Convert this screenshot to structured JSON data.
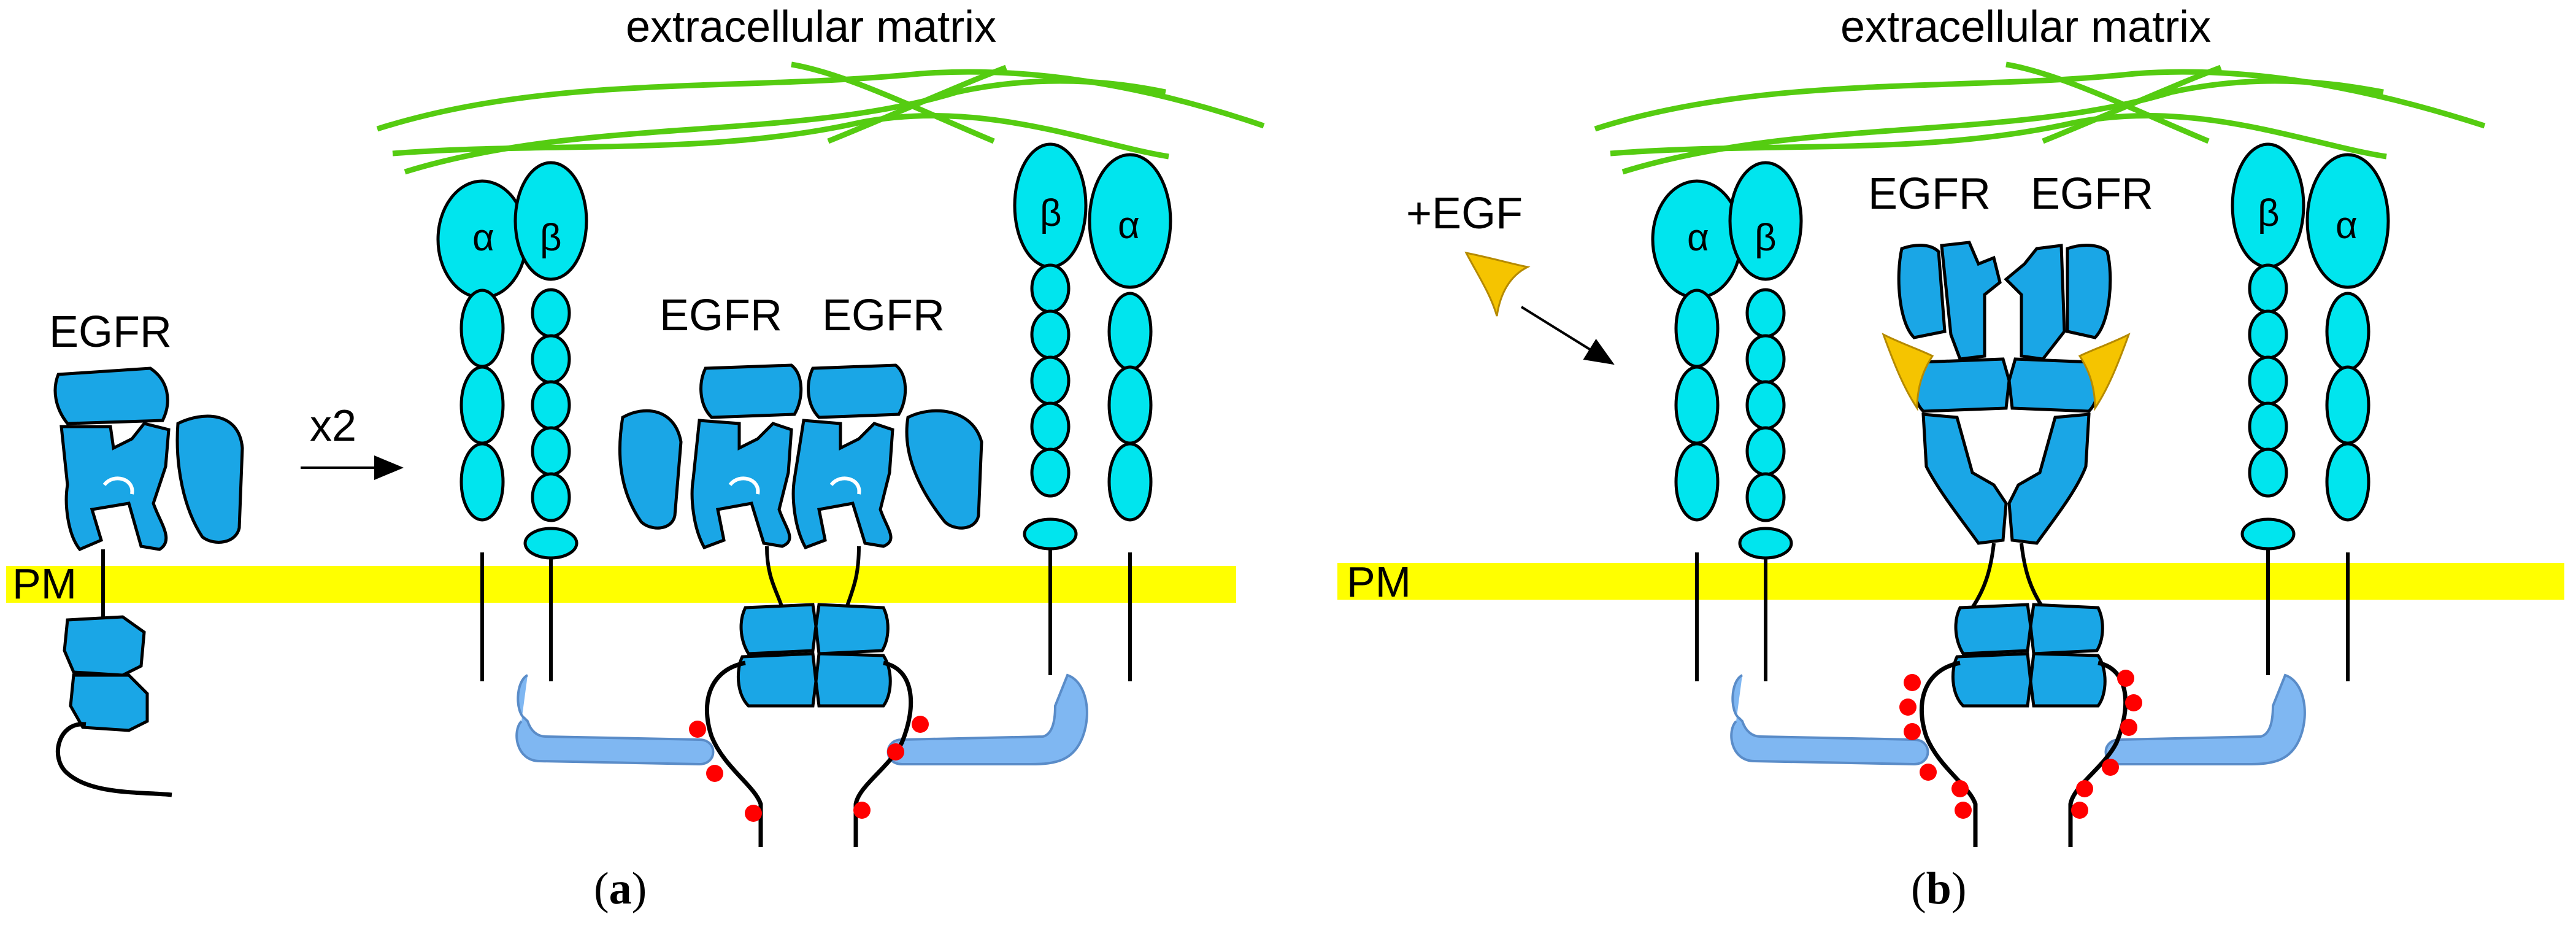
{
  "figure": {
    "panel_a": {
      "caption_letter": "a",
      "extracellular_label": "extracellular matrix",
      "membrane_label": "PM",
      "monomer_label": "EGFR",
      "dimer_label_left": "EGFR",
      "dimer_label_right": "EGFR",
      "arrow_label": "x2",
      "integrin_left_alpha": "α",
      "integrin_left_beta": "β",
      "integrin_right_alpha": "α",
      "integrin_right_beta": "β"
    },
    "panel_b": {
      "caption_letter": "b",
      "extracellular_label": "extracellular matrix",
      "membrane_label": "PM",
      "ligand_label": "+EGF",
      "dimer_label_left": "EGFR",
      "dimer_label_right": "EGFR",
      "integrin_left_alpha": "α",
      "integrin_left_beta": "β",
      "integrin_right_alpha": "α",
      "integrin_right_beta": "β"
    }
  },
  "colors": {
    "egfr": "#1aa6e6",
    "integrin": "#00e5ee",
    "talin": "#7fb7f2",
    "membrane": "#ffff00",
    "ecm": "#55cc11",
    "phospho": "#ff0000",
    "egf_ligand": "#f5c400"
  }
}
